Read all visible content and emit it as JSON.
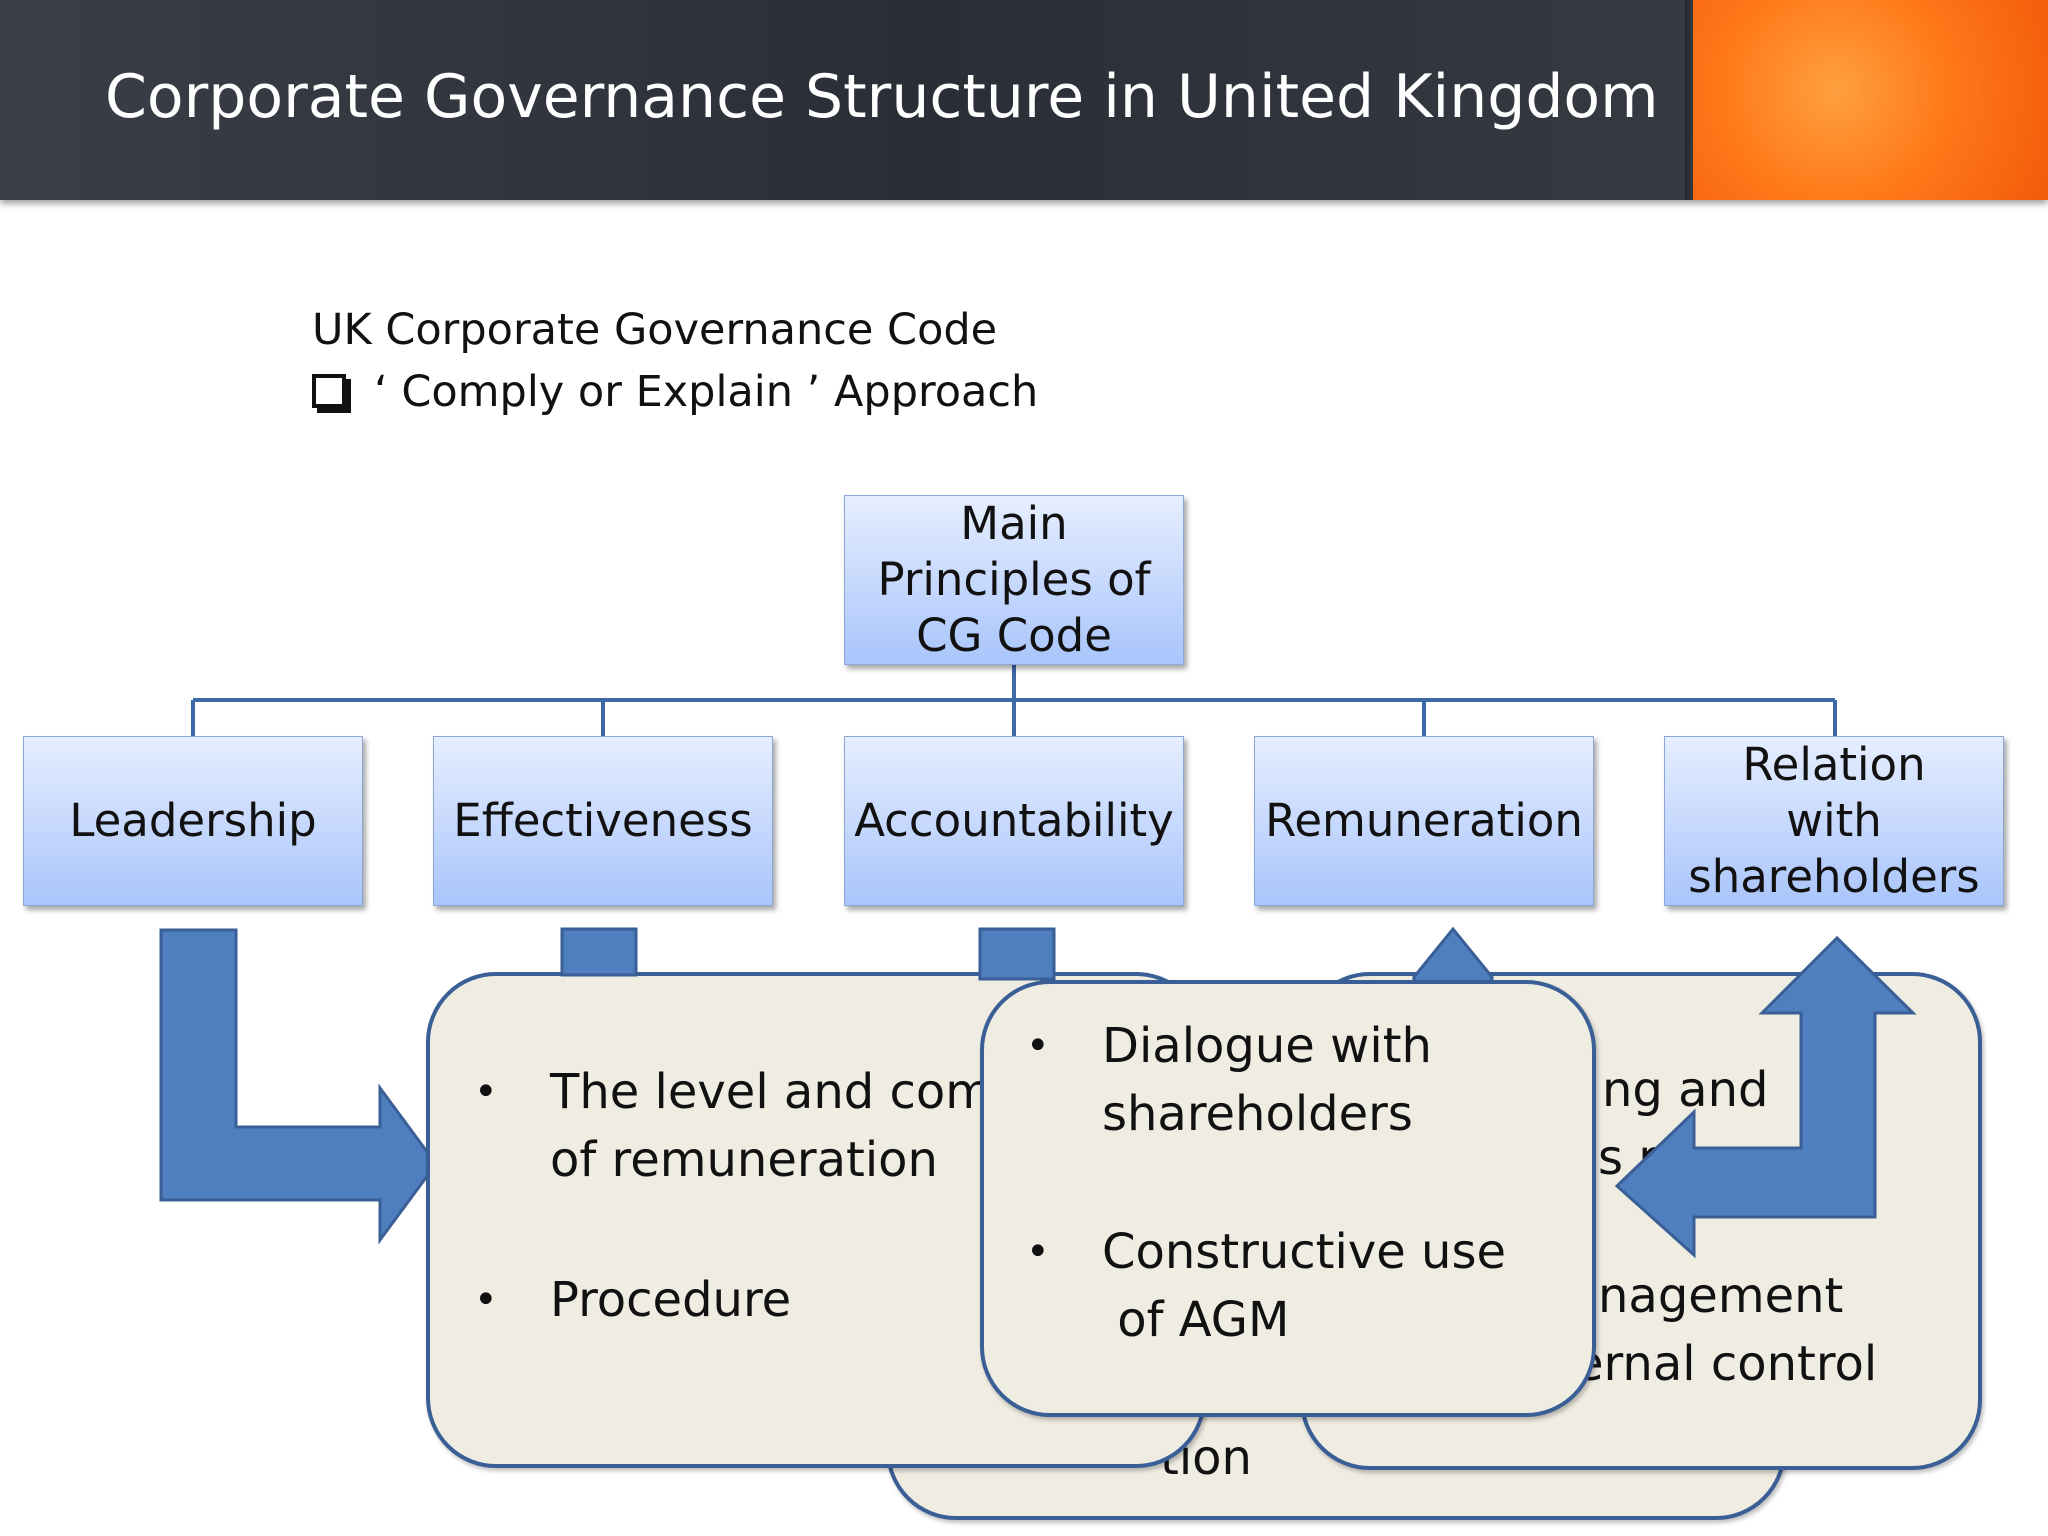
{
  "header": {
    "title": "Corporate Governance Structure in United Kingdom",
    "accent_color": "#ff7a1a"
  },
  "intro": {
    "code_title": "UK Corporate Governance Code",
    "approach": "‘ Comply or Explain ’ Approach",
    "approach_icon": "checkbox-icon"
  },
  "diagram": {
    "root": "Main Principles of CG Code",
    "principles": [
      "Leadership",
      "Effectiveness",
      "Accountability",
      "Remuneration",
      "Relation with shareholders"
    ],
    "back_card_text": "tion",
    "right_card_lines": [
      "ng and",
      "s r",
      "nagement",
      "ernal control"
    ],
    "remuneration_card": {
      "item1_line1": "The level and comp",
      "item1_line2": "of remuneration",
      "item2": "Procedure"
    },
    "shareholders_card": {
      "item1_line1": "Dialogue with",
      "item1_line2": "shareholders",
      "item2_line1": "Constructive use",
      "item2_line2": " of AGM"
    },
    "bullet_char": "•",
    "box_fill": "#a9c5fb",
    "connector_color": "#3d69a8",
    "arrow_color": "#4f7fbf",
    "card_fill": "#efece2",
    "card_border": "#3a5f96"
  }
}
